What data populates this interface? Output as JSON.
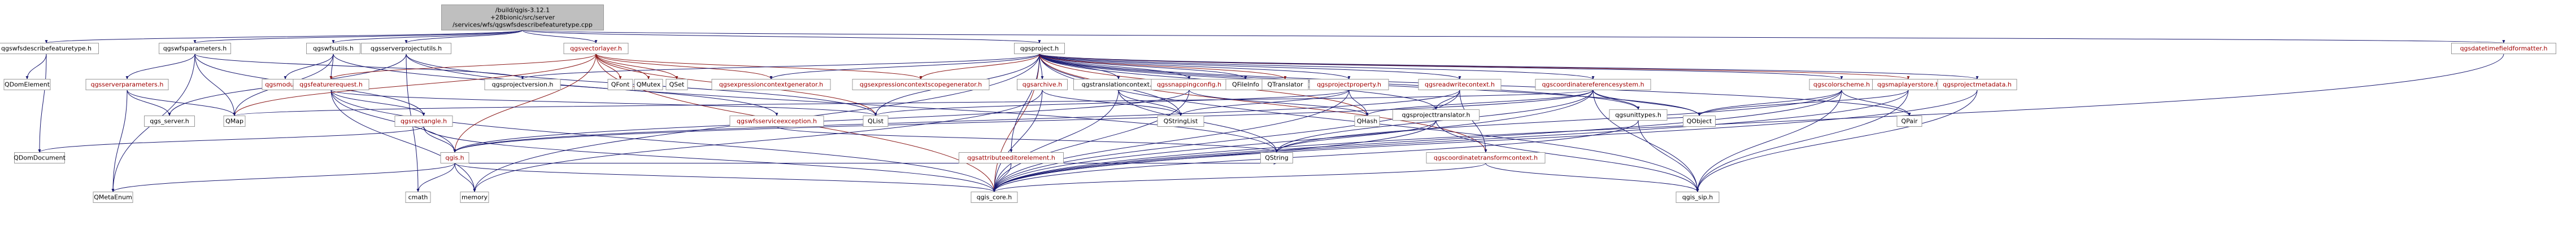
{
  "diagram": {
    "root": "/build/qgis-3.12.1+28bionic/src/server/services/wfs/qgswfsdescribefeaturetype.cpp",
    "colors": {
      "root_fill": "#bfbfbf",
      "node_fill": "#ffffff",
      "border": "#999999",
      "text_default": "#000000",
      "text_linked": "#a00000",
      "edge_default": "#191970",
      "edge_alt": "#8b1a1a"
    },
    "nodes": [
      {
        "id": "root",
        "lines": [
          "/build/qgis-3.12.1",
          "+28bionic/src/server",
          "/services/wfs/qgswfsdescribefeaturetype.cpp"
        ],
        "style": "root"
      },
      {
        "id": "n_wfsdesc_h",
        "lines": [
          "qgswfsdescribefeaturetype.h"
        ],
        "style": "plain"
      },
      {
        "id": "n_wfsparams_h",
        "lines": [
          "qgswfsparameters.h"
        ],
        "style": "plain"
      },
      {
        "id": "n_wfsutils_h",
        "lines": [
          "qgswfsutils.h"
        ],
        "style": "plain"
      },
      {
        "id": "n_serverprojutils",
        "lines": [
          "qgsserverprojectutils.h"
        ],
        "style": "plain"
      },
      {
        "id": "n_vectorlayer",
        "lines": [
          "qgsvectorlayer.h"
        ],
        "style": "link"
      },
      {
        "id": "n_project",
        "lines": [
          "qgsproject.h"
        ],
        "style": "plain"
      },
      {
        "id": "n_datetimefmt",
        "lines": [
          "qgsdatetimefieldformatter.h"
        ],
        "style": "link"
      },
      {
        "id": "n_qdomelement",
        "lines": [
          "QDomElement"
        ],
        "style": "plain"
      },
      {
        "id": "n_serverparams",
        "lines": [
          "qgsserverparameters.h"
        ],
        "style": "link"
      },
      {
        "id": "n_module",
        "lines": [
          "qgsmodule.h"
        ],
        "style": "link"
      },
      {
        "id": "n_featurereq",
        "lines": [
          "qgsfeaturerequest.h"
        ],
        "style": "link"
      },
      {
        "id": "n_projversion",
        "lines": [
          "qgsprojectversion.h"
        ],
        "style": "plain"
      },
      {
        "id": "n_qfont",
        "lines": [
          "QFont"
        ],
        "style": "plain"
      },
      {
        "id": "n_qmutex",
        "lines": [
          "QMutex"
        ],
        "style": "plain"
      },
      {
        "id": "n_qset",
        "lines": [
          "QSet"
        ],
        "style": "plain"
      },
      {
        "id": "n_exprctxgen",
        "lines": [
          "qgsexpressioncontextgenerator.h"
        ],
        "style": "link"
      },
      {
        "id": "n_exprctxscopegen",
        "lines": [
          "qgsexpressioncontextscopegenerator.h"
        ],
        "style": "link"
      },
      {
        "id": "n_archive",
        "lines": [
          "qgsarchive.h"
        ],
        "style": "link"
      },
      {
        "id": "n_translationctx",
        "lines": [
          "qgstranslationcontext.h"
        ],
        "style": "plain"
      },
      {
        "id": "n_snapconfig",
        "lines": [
          "qgssnappingconfig.h"
        ],
        "style": "link"
      },
      {
        "id": "n_qfileinfo",
        "lines": [
          "QFileInfo"
        ],
        "style": "plain"
      },
      {
        "id": "n_qtranslator",
        "lines": [
          "QTranslator"
        ],
        "style": "plain"
      },
      {
        "id": "n_projproperty",
        "lines": [
          "qgsprojectproperty.h"
        ],
        "style": "link"
      },
      {
        "id": "n_readwritectx",
        "lines": [
          "qgsreadwritecontext.h"
        ],
        "style": "link"
      },
      {
        "id": "n_crs",
        "lines": [
          "qgscoordinatereferencesystem.h"
        ],
        "style": "link"
      },
      {
        "id": "n_colorscheme",
        "lines": [
          "qgscolorscheme.h"
        ],
        "style": "link"
      },
      {
        "id": "n_maplayerstore",
        "lines": [
          "qgsmaplayerstore.h"
        ],
        "style": "link"
      },
      {
        "id": "n_projmetadata",
        "lines": [
          "qgsprojectmetadata.h"
        ],
        "style": "link"
      },
      {
        "id": "n_projtranslator",
        "lines": [
          "qgsprojecttranslator.h"
        ],
        "style": "plain"
      },
      {
        "id": "n_unittypes",
        "lines": [
          "qgsunittypes.h"
        ],
        "style": "plain"
      },
      {
        "id": "n_qgsserver",
        "lines": [
          "qgs_server.h"
        ],
        "style": "plain"
      },
      {
        "id": "n_qmap",
        "lines": [
          "QMap"
        ],
        "style": "plain"
      },
      {
        "id": "n_rectangle",
        "lines": [
          "qgsrectangle.h"
        ],
        "style": "link"
      },
      {
        "id": "n_qlist",
        "lines": [
          "QList"
        ],
        "style": "plain"
      },
      {
        "id": "n_svcexception",
        "lines": [
          "qgswfsserviceexception.h"
        ],
        "style": "link"
      },
      {
        "id": "n_qstringlist",
        "lines": [
          "QStringList"
        ],
        "style": "plain"
      },
      {
        "id": "n_qhash",
        "lines": [
          "QHash"
        ],
        "style": "plain"
      },
      {
        "id": "n_qobject",
        "lines": [
          "QObject"
        ],
        "style": "plain"
      },
      {
        "id": "n_qpair",
        "lines": [
          "QPair"
        ],
        "style": "plain"
      },
      {
        "id": "n_qdomdoc",
        "lines": [
          "QDomDocument"
        ],
        "style": "plain"
      },
      {
        "id": "n_qgis",
        "lines": [
          "qgis.h"
        ],
        "style": "link"
      },
      {
        "id": "n_attreditor",
        "lines": [
          "qgsattributeeditorelement.h"
        ],
        "style": "link"
      },
      {
        "id": "n_qstring",
        "lines": [
          "QString"
        ],
        "style": "plain"
      },
      {
        "id": "n_coordtransctx",
        "lines": [
          "qgscoordinatetransformcontext.h"
        ],
        "style": "link"
      },
      {
        "id": "n_qmetaenum",
        "lines": [
          "QMetaEnum"
        ],
        "style": "plain"
      },
      {
        "id": "n_cmath",
        "lines": [
          "cmath"
        ],
        "style": "plain"
      },
      {
        "id": "n_memory",
        "lines": [
          "memory"
        ],
        "style": "plain"
      },
      {
        "id": "n_qgscore",
        "lines": [
          "qgis_core.h"
        ],
        "style": "plain"
      },
      {
        "id": "n_qgissip",
        "lines": [
          "qgis_sip.h"
        ],
        "style": "plain"
      }
    ],
    "edges": [
      [
        "root",
        "n_wfsdesc_h"
      ],
      [
        "root",
        "n_wfsparams_h"
      ],
      [
        "root",
        "n_wfsutils_h"
      ],
      [
        "root",
        "n_serverprojutils"
      ],
      [
        "root",
        "n_vectorlayer"
      ],
      [
        "root",
        "n_project"
      ],
      [
        "root",
        "n_datetimefmt"
      ],
      [
        "n_wfsdesc_h",
        "n_qdomelement"
      ],
      [
        "n_wfsdesc_h",
        "n_qdomdoc"
      ],
      [
        "n_wfsparams_h",
        "n_serverparams"
      ],
      [
        "n_wfsparams_h",
        "n_projversion"
      ],
      [
        "n_wfsparams_h",
        "n_qmap"
      ],
      [
        "n_wfsparams_h",
        "n_rectangle"
      ],
      [
        "n_wfsparams_h",
        "n_qmetaenum"
      ],
      [
        "n_serverparams",
        "n_qgsserver"
      ],
      [
        "n_serverparams",
        "n_qmap"
      ],
      [
        "n_serverparams",
        "n_qmetaenum"
      ],
      [
        "n_wfsutils_h",
        "n_module"
      ],
      [
        "n_wfsutils_h",
        "n_featurereq"
      ],
      [
        "n_wfsutils_h",
        "n_svcexception"
      ],
      [
        "n_wfsutils_h",
        "n_qmap"
      ],
      [
        "n_featurereq",
        "n_qgscore"
      ],
      [
        "n_featurereq",
        "n_rectangle"
      ],
      [
        "n_featurereq",
        "n_qlist"
      ],
      [
        "n_featurereq",
        "n_memory"
      ],
      [
        "n_featurereq",
        "n_qgis"
      ],
      [
        "n_serverprojutils",
        "n_qgsserver"
      ],
      [
        "n_serverprojutils",
        "n_qstring"
      ],
      [
        "n_serverprojutils",
        "n_qlist"
      ],
      [
        "n_serverprojutils",
        "n_cmath"
      ],
      [
        "n_vectorlayer",
        "n_qgscore"
      ],
      [
        "n_vectorlayer",
        "n_qmap"
      ],
      [
        "n_vectorlayer",
        "n_qfont"
      ],
      [
        "n_vectorlayer",
        "n_qmutex"
      ],
      [
        "n_vectorlayer",
        "n_qset"
      ],
      [
        "n_vectorlayer",
        "n_qlist"
      ],
      [
        "n_vectorlayer",
        "n_qgis"
      ],
      [
        "n_vectorlayer",
        "n_featurereq"
      ],
      [
        "n_vectorlayer",
        "n_exprctxgen"
      ],
      [
        "n_vectorlayer",
        "n_exprctxscopegen"
      ],
      [
        "n_project",
        "n_qgscore"
      ],
      [
        "n_project",
        "n_qgissip"
      ],
      [
        "n_project",
        "n_memory"
      ],
      [
        "n_project",
        "n_qlist"
      ],
      [
        "n_project",
        "n_qstringlist"
      ],
      [
        "n_project",
        "n_qhash"
      ],
      [
        "n_project",
        "n_qpair"
      ],
      [
        "n_project",
        "n_qobject"
      ],
      [
        "n_project",
        "n_projversion"
      ],
      [
        "n_project",
        "n_exprctxgen"
      ],
      [
        "n_project",
        "n_exprctxscopegen"
      ],
      [
        "n_project",
        "n_archive"
      ],
      [
        "n_project",
        "n_translationctx"
      ],
      [
        "n_project",
        "n_snapconfig"
      ],
      [
        "n_project",
        "n_qfileinfo"
      ],
      [
        "n_project",
        "n_qtranslator"
      ],
      [
        "n_project",
        "n_projproperty"
      ],
      [
        "n_project",
        "n_readwritectx"
      ],
      [
        "n_project",
        "n_crs"
      ],
      [
        "n_project",
        "n_colorscheme"
      ],
      [
        "n_project",
        "n_maplayerstore"
      ],
      [
        "n_project",
        "n_projmetadata"
      ],
      [
        "n_project",
        "n_projtranslator"
      ],
      [
        "n_project",
        "n_unittypes"
      ],
      [
        "n_project",
        "n_attreditor"
      ],
      [
        "n_project",
        "n_coordtransctx"
      ],
      [
        "n_datetimefmt",
        "n_qgscore"
      ],
      [
        "n_archive",
        "n_qgscore"
      ],
      [
        "n_archive",
        "n_qstringlist"
      ],
      [
        "n_archive",
        "n_memory"
      ],
      [
        "n_translationctx",
        "n_qgscore"
      ],
      [
        "n_translationctx",
        "n_qstring"
      ],
      [
        "n_translationctx",
        "n_qstringlist"
      ],
      [
        "n_snapconfig",
        "n_qgscore"
      ],
      [
        "n_snapconfig",
        "n_qhash"
      ],
      [
        "n_snapconfig",
        "n_qgis"
      ],
      [
        "n_projproperty",
        "n_qgscore"
      ],
      [
        "n_projproperty",
        "n_qhash"
      ],
      [
        "n_projproperty",
        "n_qlist"
      ],
      [
        "n_projproperty",
        "n_qstringlist"
      ],
      [
        "n_readwritectx",
        "n_qgscore"
      ],
      [
        "n_readwritectx",
        "n_coordtransctx"
      ],
      [
        "n_readwritectx",
        "n_qgis"
      ],
      [
        "n_readwritectx",
        "n_projtranslator"
      ],
      [
        "n_crs",
        "n_qgscore"
      ],
      [
        "n_crs",
        "n_qgissip"
      ],
      [
        "n_crs",
        "n_qstring"
      ],
      [
        "n_crs",
        "n_qhash"
      ],
      [
        "n_crs",
        "n_qmap"
      ],
      [
        "n_crs",
        "n_qobject"
      ],
      [
        "n_crs",
        "n_unittypes"
      ],
      [
        "n_crs",
        "n_qgis"
      ],
      [
        "n_colorscheme",
        "n_qgscore"
      ],
      [
        "n_colorscheme",
        "n_qgissip"
      ],
      [
        "n_colorscheme",
        "n_qstring"
      ],
      [
        "n_colorscheme",
        "n_qpair"
      ],
      [
        "n_colorscheme",
        "n_qobject"
      ],
      [
        "n_maplayerstore",
        "n_qgscore"
      ],
      [
        "n_maplayerstore",
        "n_qgissip"
      ],
      [
        "n_maplayerstore",
        "n_qobject"
      ],
      [
        "n_projmetadata",
        "n_qgscore"
      ],
      [
        "n_projmetadata",
        "n_qgissip"
      ],
      [
        "n_projtranslator",
        "n_qgscore"
      ],
      [
        "n_projtranslator",
        "n_qstring"
      ],
      [
        "n_projtranslator",
        "n_qgissip"
      ],
      [
        "n_unittypes",
        "n_qgscore"
      ],
      [
        "n_unittypes",
        "n_qgissip"
      ],
      [
        "n_unittypes",
        "n_qobject"
      ],
      [
        "n_rectangle",
        "n_qgscore"
      ],
      [
        "n_rectangle",
        "n_qdomdoc"
      ],
      [
        "n_rectangle",
        "n_qgis"
      ],
      [
        "n_svcexception",
        "n_qstring"
      ],
      [
        "n_qgis",
        "n_qgscore"
      ],
      [
        "n_qgis",
        "n_qmetaenum"
      ],
      [
        "n_qgis",
        "n_cmath"
      ],
      [
        "n_qgis",
        "n_memory"
      ],
      [
        "n_qgis",
        "n_qstring"
      ],
      [
        "n_attreditor",
        "n_qgscore"
      ],
      [
        "n_coordtransctx",
        "n_qgscore"
      ],
      [
        "n_coordtransctx",
        "n_qgissip"
      ]
    ]
  }
}
